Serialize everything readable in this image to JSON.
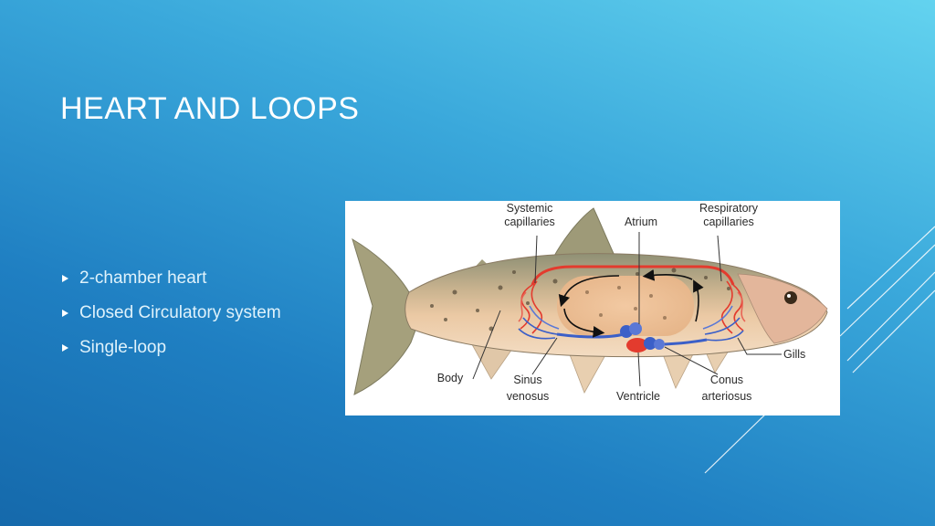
{
  "slide": {
    "title": "HEART AND LOOPS",
    "bullets": [
      "2-chamber heart",
      "Closed Circulatory system",
      "Single-loop"
    ]
  },
  "figure": {
    "labels": {
      "systemic_1": "Systemic",
      "systemic_2": "capillaries",
      "atrium": "Atrium",
      "respiratory_1": "Respiratory",
      "respiratory_2": "capillaries",
      "gills": "Gills",
      "body": "Body",
      "sinus_1": "Sinus",
      "sinus_2": "venosus",
      "ventricle": "Ventricle",
      "conus_1": "Conus",
      "conus_2": "arteriosus"
    }
  },
  "colors": {
    "artery": "#e33b2e",
    "vein": "#3b5fc8",
    "fish_body": "#e9c9a4",
    "fish_back": "#8f9075"
  }
}
